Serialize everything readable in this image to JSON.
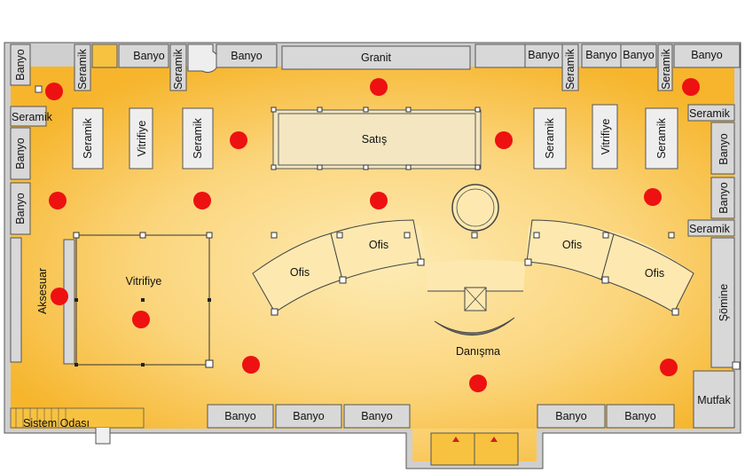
{
  "floor_plan": {
    "rooms": {
      "banyo_top_left": "Banyo",
      "seramik_top_left_vertical": "Seramik",
      "banyo_top_2": "Banyo",
      "seramik_top_2_vertical": "Seramik",
      "banyo_top_3": "Banyo",
      "granit": "Granit",
      "banyo_top_right_1": "Banyo",
      "seramik_top_right_vertical": "Seramik",
      "banyo_top_right_2": "Banyo",
      "banyo_top_right_3": "Banyo",
      "seramik_top_right_2_vertical": "Seramik",
      "banyo_top_right_corner": "Banyo",
      "seramik_left_wall": "Seramik",
      "banyo_left_1": "Banyo",
      "banyo_left_2": "Banyo",
      "aksesuar": "Aksesuar",
      "sistem_odasi": "Sistem Odası",
      "seramik_right_wall_1": "Seramik",
      "banyo_right_1": "Banyo",
      "banyo_right_2": "Banyo",
      "seramik_right_wall_2": "Seramik",
      "somine": "Şömine",
      "mutfak": "Mutfak",
      "banyo_bottom_1": "Banyo",
      "banyo_bottom_2": "Banyo",
      "banyo_bottom_3": "Banyo",
      "banyo_bottom_4": "Banyo",
      "banyo_bottom_5": "Banyo"
    },
    "displays": {
      "seramik_stand_1": "Seramik",
      "vitrifiye_stand_1": "Vitrifiye",
      "seramik_stand_2": "Seramik",
      "satis": "Satış",
      "seramik_stand_3": "Seramik",
      "vitrifiye_stand_2": "Vitrifiye",
      "seramik_stand_4": "Seramik",
      "vitrifiye_area": "Vitrifiye",
      "ofis_1": "Ofis",
      "ofis_2": "Ofis",
      "ofis_3": "Ofis",
      "ofis_4": "Ofis",
      "danisma": "Danışma"
    },
    "colors": {
      "floor_center": "#fdebb4",
      "floor_edge": "#f7b72d",
      "marker": "#ee1111",
      "wall": "#d8d8d8",
      "stand": "#eeeeee"
    }
  }
}
